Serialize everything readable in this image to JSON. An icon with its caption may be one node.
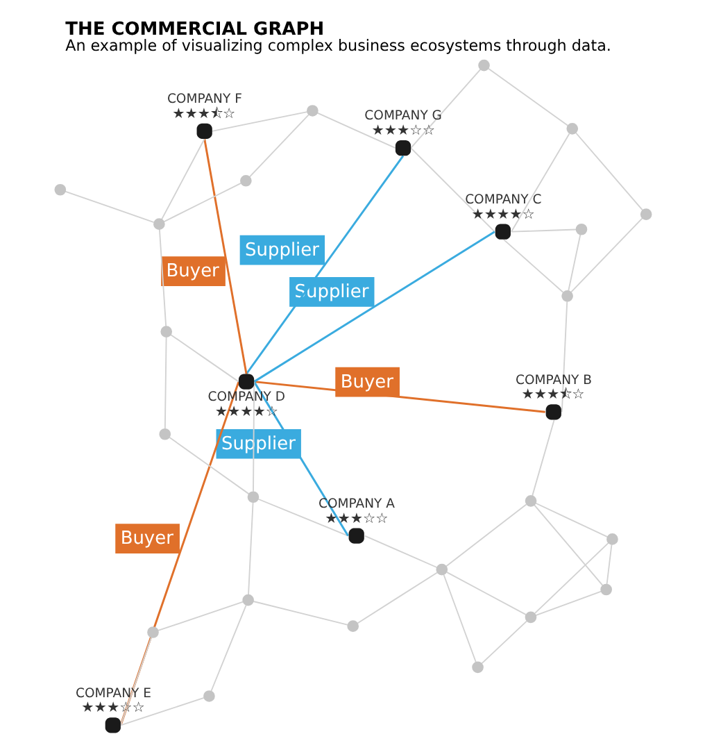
{
  "diagram": {
    "title": "THE COMMERCIAL GRAPH",
    "caption": "An example of visualizing complex business ecosystems through data.",
    "nodes": [
      {
        "text": [
          "COMPANY B"
        ],
        "beside": [
          "★★★⯪☆"
        ]
      },
      {
        "text": [
          "COMPANY C"
        ],
        "beside": [
          "★★★★☆"
        ]
      },
      {
        "text": [
          "COMPANY A"
        ],
        "beside": [
          "★★★☆☆"
        ]
      },
      {
        "text": [
          "COMPANY G"
        ],
        "beside": [
          "★★★☆☆"
        ]
      },
      {
        "text": [
          "COMPANY D"
        ],
        "beside": [
          "★★★★☆"
        ]
      },
      {
        "text": [
          "COMPANY F"
        ],
        "beside": [
          "★★★⯪☆"
        ]
      },
      {
        "text": [
          "COMPANY E"
        ],
        "beside": [
          "★★★☆☆"
        ]
      },
      {
        "text": [],
        "shape": "circle"
      },
      {
        "text": [],
        "shape": "circle"
      },
      {
        "text": [],
        "shape": "circle"
      },
      {
        "text": [],
        "shape": "circle"
      },
      {
        "text": [],
        "shape": "circle"
      },
      {
        "text": [],
        "shape": "circle"
      },
      {
        "text": [],
        "shape": "circle"
      },
      {
        "text": [],
        "shape": "circle"
      },
      {
        "text": [],
        "shape": "circle"
      },
      {
        "text": [],
        "shape": "circle"
      },
      {
        "text": [],
        "shape": "circle"
      },
      {
        "text": [],
        "shape": "circle"
      },
      {
        "text": [],
        "shape": "circle"
      },
      {
        "text": [],
        "shape": "circle"
      },
      {
        "text": [],
        "shape": "circle"
      },
      {
        "text": [],
        "shape": "circle"
      },
      {
        "text": [],
        "shape": "circle"
      },
      {
        "text": [],
        "shape": "circle"
      },
      {
        "text": [],
        "shape": "circle"
      },
      {
        "text": [],
        "shape": "circle"
      },
      {
        "text": [],
        "shape": "circle"
      },
      {
        "text": [],
        "shape": "circle"
      }
    ],
    "edges": [
      {
        "from": 4,
        "to": 0,
        "arrow": "none",
        "label": "Buyer",
        "color": "#e0702a"
      },
      {
        "from": 4,
        "to": 1,
        "arrow": "none",
        "label": "Supplier",
        "color": "#3aabdf"
      },
      {
        "from": 4,
        "to": 2,
        "arrow": "none",
        "label": "Supplier",
        "color": "#3aabdf"
      },
      {
        "from": 4,
        "to": 3,
        "arrow": "none",
        "label": "Supplier",
        "color": "#3aabdf"
      },
      {
        "from": 4,
        "to": 5,
        "arrow": "none",
        "label": "Buyer",
        "color": "#e0702a"
      },
      {
        "from": 4,
        "to": 6,
        "arrow": "none",
        "label": "Buyer",
        "color": "#e0702a"
      },
      {
        "from": 7,
        "to": 9,
        "arrow": "none"
      },
      {
        "from": 7,
        "to": 10,
        "arrow": "none"
      },
      {
        "from": 7,
        "to": 13,
        "arrow": "none"
      },
      {
        "from": 8,
        "to": 9,
        "arrow": "none"
      },
      {
        "from": 8,
        "to": 12,
        "arrow": "none"
      },
      {
        "from": 9,
        "to": 10,
        "arrow": "none"
      },
      {
        "from": 9,
        "to": 12,
        "arrow": "none"
      },
      {
        "from": 10,
        "to": 13,
        "arrow": "none"
      },
      {
        "from": 12,
        "to": 13,
        "arrow": "none"
      },
      {
        "from": 11,
        "to": 12,
        "arrow": "none"
      },
      {
        "from": 12,
        "to": 2,
        "arrow": "none"
      },
      {
        "from": 13,
        "to": 0,
        "arrow": "none"
      },
      {
        "from": 0,
        "to": 14,
        "arrow": "none"
      },
      {
        "from": 14,
        "to": 15,
        "arrow": "none"
      },
      {
        "from": 14,
        "to": 16,
        "arrow": "none"
      },
      {
        "from": 16,
        "to": 1,
        "arrow": "none"
      },
      {
        "from": 14,
        "to": 1,
        "arrow": "none"
      },
      {
        "from": 1,
        "to": 17,
        "arrow": "none"
      },
      {
        "from": 15,
        "to": 17,
        "arrow": "none"
      },
      {
        "from": 17,
        "to": 18,
        "arrow": "none"
      },
      {
        "from": 18,
        "to": 3,
        "arrow": "none"
      },
      {
        "from": 3,
        "to": 27,
        "arrow": "none"
      },
      {
        "from": 1,
        "to": 3,
        "arrow": "none"
      },
      {
        "from": 11,
        "to": 19,
        "arrow": "none"
      },
      {
        "from": 2,
        "to": 20,
        "arrow": "none"
      },
      {
        "from": 19,
        "to": 20,
        "arrow": "none"
      },
      {
        "from": 19,
        "to": 21,
        "arrow": "none"
      },
      {
        "from": 21,
        "to": 6,
        "arrow": "none"
      },
      {
        "from": 20,
        "to": 22,
        "arrow": "none"
      },
      {
        "from": 19,
        "to": 23,
        "arrow": "none"
      },
      {
        "from": 23,
        "to": 6,
        "arrow": "none"
      },
      {
        "from": 22,
        "to": 24,
        "arrow": "none"
      },
      {
        "from": 4,
        "to": 24,
        "arrow": "none"
      },
      {
        "from": 24,
        "to": 25,
        "arrow": "none"
      },
      {
        "from": 5,
        "to": 25,
        "arrow": "none"
      },
      {
        "from": 25,
        "to": 26,
        "arrow": "none"
      },
      {
        "from": 25,
        "to": 28,
        "arrow": "none"
      },
      {
        "from": 27,
        "to": 28,
        "arrow": "none"
      },
      {
        "from": 5,
        "to": 27,
        "arrow": "none"
      },
      {
        "from": 20,
        "to": 4,
        "arrow": "none"
      }
    ]
  }
}
